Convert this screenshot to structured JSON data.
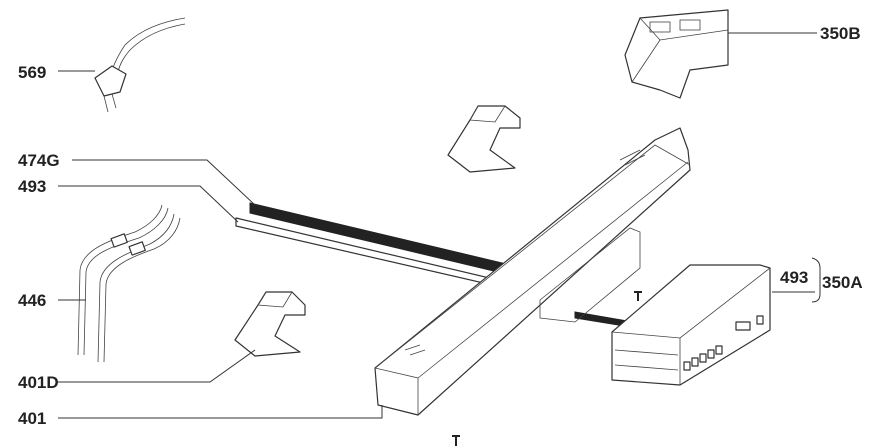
{
  "labels": {
    "p569": "569",
    "p474G": "474G",
    "p493a": "493",
    "p446": "446",
    "p401D": "401D",
    "p401": "401",
    "p350B": "350B",
    "p493b": "493",
    "p350A": "350A"
  }
}
